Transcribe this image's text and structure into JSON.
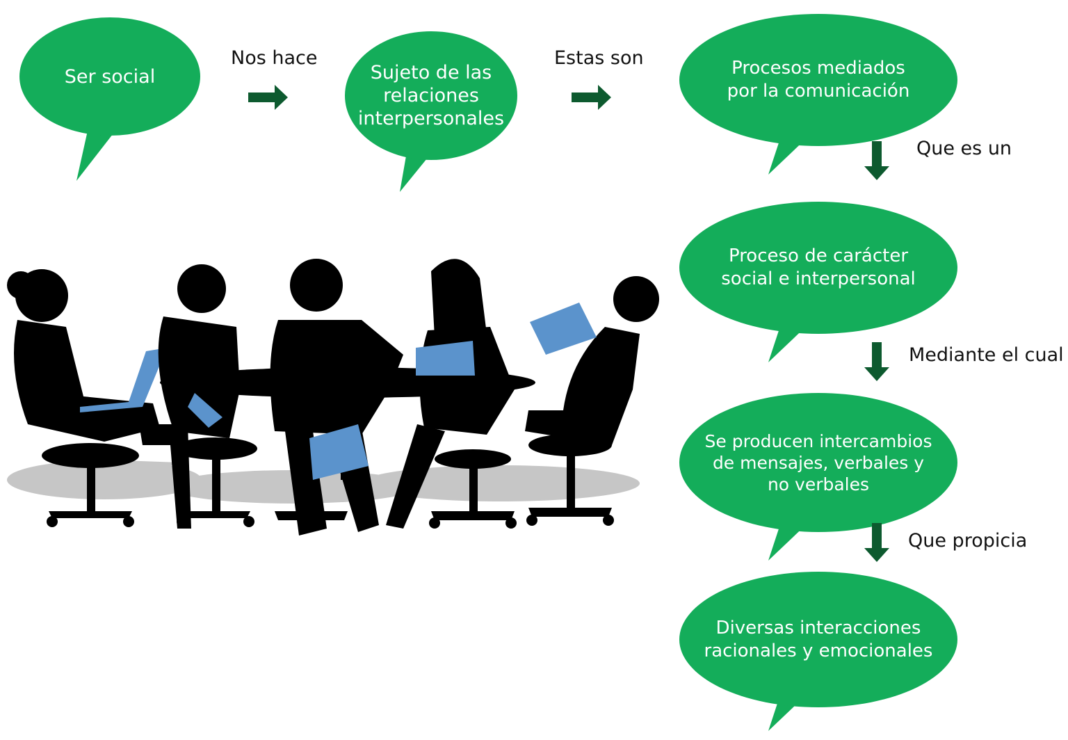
{
  "colors": {
    "bubble": "#14ad5a",
    "arrow": "#0d5a2f",
    "silhouette": "#000000",
    "device": "#5b93cc",
    "shadow": "#c6c6c6"
  },
  "bubbles": {
    "ser_social": "Ser social",
    "sujeto": "Sujeto de las\nrelaciones\ninterpersonales",
    "procesos": "Procesos mediados\npor la comunicación",
    "proceso_caracter": "Proceso de carácter\nsocial e interpersonal",
    "intercambios": "Se producen intercambios\nde mensajes, verbales y\nno verbales",
    "interacciones": "Diversas interacciones\nracionales y emocionales"
  },
  "connectors": {
    "nos_hace": "Nos hace",
    "estas_son": "Estas son",
    "que_es_un": "Que es un",
    "mediante_el_cual": "Mediante el cual",
    "que_propicia": "Que propicia"
  },
  "illustration": {
    "description_icon": "meeting-silhouette-icon"
  }
}
